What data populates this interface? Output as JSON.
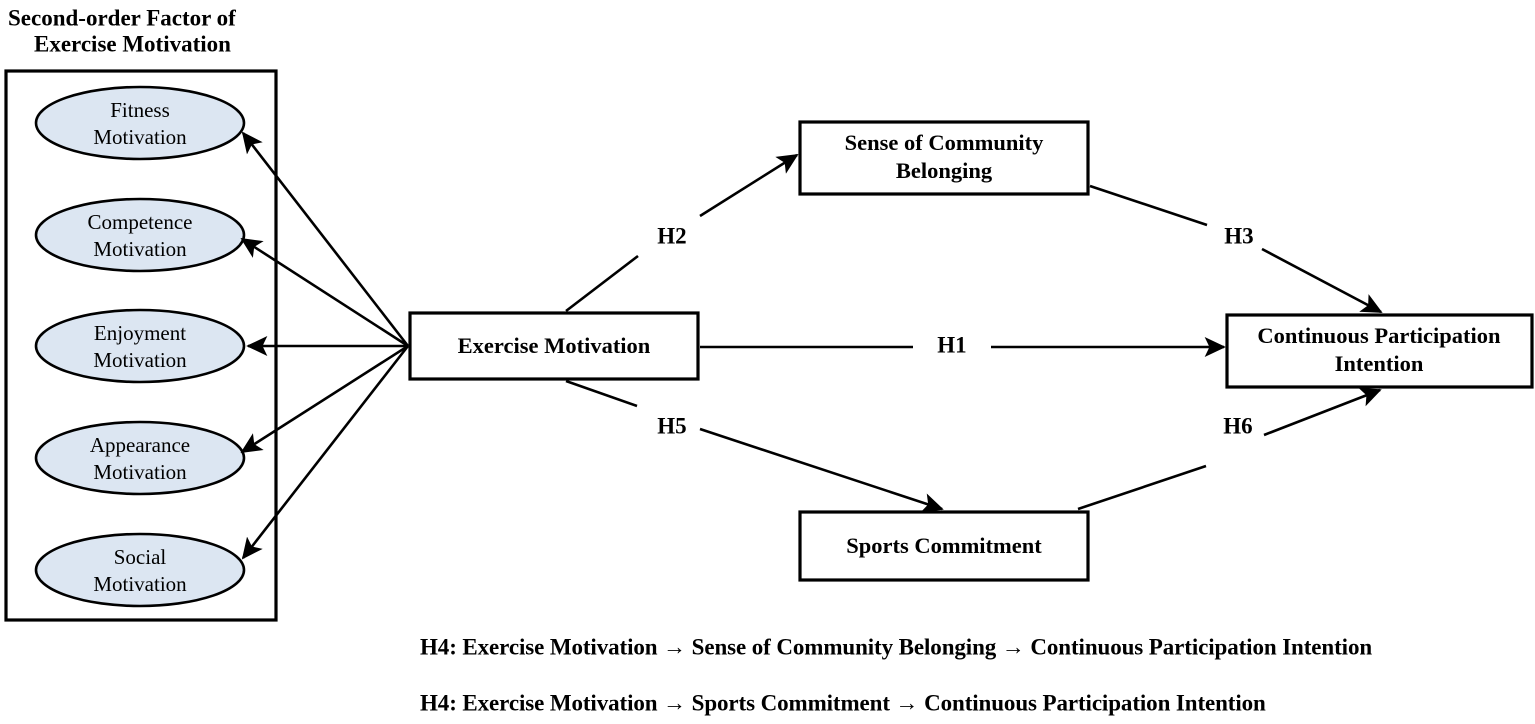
{
  "figure": {
    "title_line1": "Second-order Factor of",
    "title_line2": "Exercise Motivation",
    "colors": {
      "ellipse_fill": "#dce6f2",
      "stroke": "#000000",
      "background": "#ffffff"
    }
  },
  "second_order_group": {
    "label": "Second-order Factor of Exercise Motivation",
    "indicators": [
      {
        "line1": "Fitness",
        "line2": "Motivation"
      },
      {
        "line1": "Competence",
        "line2": "Motivation"
      },
      {
        "line1": "Enjoyment",
        "line2": "Motivation"
      },
      {
        "line1": "Appearance",
        "line2": "Motivation"
      },
      {
        "line1": "Social",
        "line2": "Motivation"
      }
    ]
  },
  "constructs": {
    "exercise_motivation": {
      "line1": "Exercise Motivation",
      "line2": ""
    },
    "sense_of_community_belonging": {
      "line1": "Sense of Community",
      "line2": "Belonging"
    },
    "continuous_participation_intention": {
      "line1": "Continuous Participation",
      "line2": "Intention"
    },
    "sports_commitment": {
      "line1": "Sports Commitment",
      "line2": ""
    }
  },
  "hypotheses": {
    "h1": "H1",
    "h2": "H2",
    "h3": "H3",
    "h5": "H5",
    "h6": "H6"
  },
  "footnotes": [
    "H4:  Exercise Motivation → Sense of Community Belonging → Continuous Participation Intention",
    "H4:  Exercise Motivation → Sports Commitment → Continuous Participation Intention"
  ]
}
